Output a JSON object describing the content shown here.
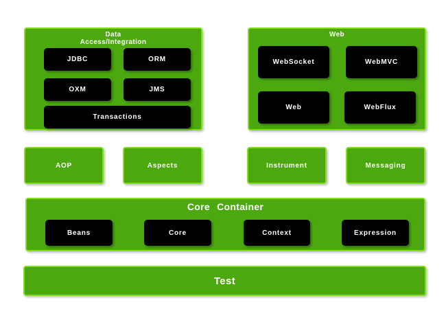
{
  "diagram": {
    "colors": {
      "green_fill": "#4ba80f",
      "green_border": "#86dc1f",
      "module_bg": "#000000",
      "text": "#ffffff"
    },
    "data_access": {
      "title": "Data\nAccess/Integration",
      "modules": [
        "JDBC",
        "ORM",
        "OXM",
        "JMS",
        "Transactions"
      ]
    },
    "web": {
      "title": "Web",
      "modules": [
        "WebSocket",
        "WebMVC",
        "Web",
        "WebFlux"
      ]
    },
    "middle_row": [
      "AOP",
      "Aspects",
      "Instrument",
      "Messaging"
    ],
    "core_container": {
      "title": "Core Container",
      "modules": [
        "Beans",
        "Core",
        "Context",
        "Expression"
      ]
    },
    "test": {
      "title": "Test"
    }
  }
}
